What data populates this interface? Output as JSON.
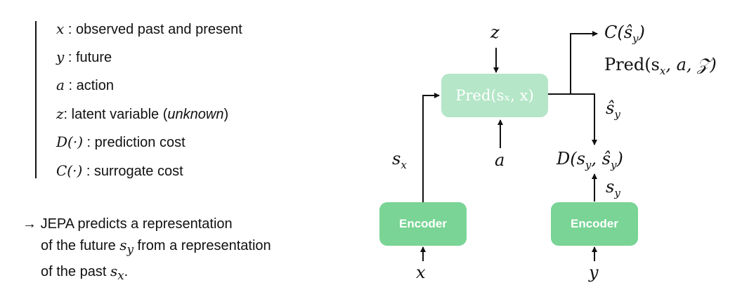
{
  "legend": [
    {
      "symbol": "x",
      "text": " : observed past and present"
    },
    {
      "symbol": "y",
      "text": " : future"
    },
    {
      "symbol": "a",
      "text": " : action"
    },
    {
      "symbol": "z",
      "text": ": latent variable (",
      "italic_text": "unknown",
      "text_after": ")"
    },
    {
      "symbol": "D(·)",
      "text": " : prediction cost"
    },
    {
      "symbol": "C(·)",
      "text": " : surrogate cost"
    }
  ],
  "note": {
    "arrow": "→",
    "line1": "JEPA predicts a representation",
    "line2_prefix": "of the future ",
    "line2_symbol": "s",
    "line2_sub": "y",
    "line2_suffix": " from a representation",
    "line3_prefix": "of the past ",
    "line3_symbol": "s",
    "line3_sub": "x",
    "line3_suffix": "."
  },
  "diagram": {
    "encoder_left_label": "Encoder",
    "encoder_right_label": "Encoder",
    "predictor_label": "Pred(sₓ, x)",
    "input_x": "x",
    "input_y": "y",
    "latent_z": "z",
    "action_a": "a",
    "sx_label": "s",
    "sx_sub": "x",
    "sy_label": "s",
    "sy_sub": "y",
    "syhat_label": "ŝ",
    "syhat_sub": "y",
    "cost_D": "D(s",
    "cost_D_sub1": "y",
    "cost_D_mid": ", ŝ",
    "cost_D_sub2": "y",
    "cost_D_end": ")",
    "cost_C": "C(ŝ",
    "cost_C_sub": "y",
    "cost_C_end": ")",
    "pred_set": "Pred(s",
    "pred_set_sub": "x",
    "pred_set_end": ", a, 𝒵)"
  }
}
